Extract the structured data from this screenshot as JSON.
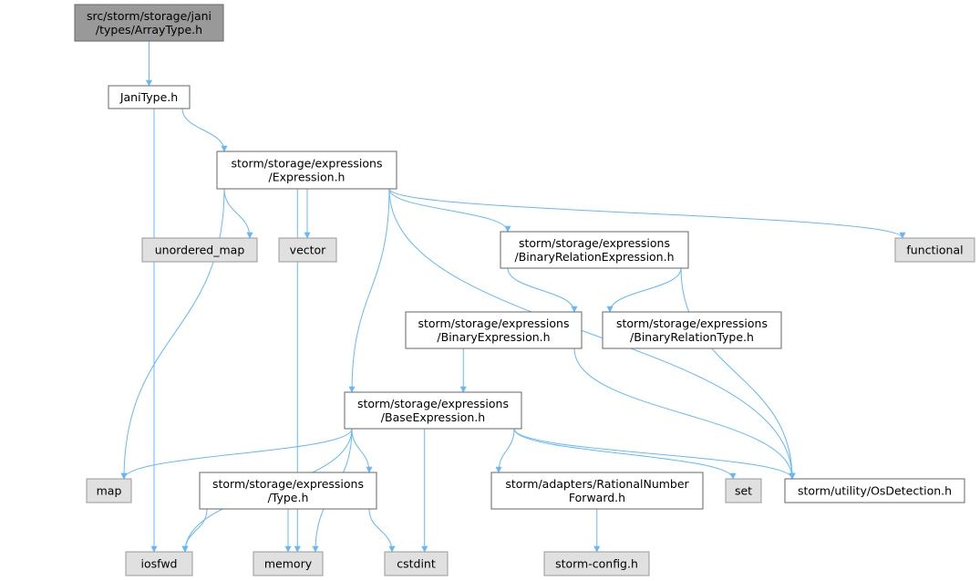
{
  "colors": {
    "edge": "#63b8ff",
    "arrow": "#63b8ff",
    "focus_fill": "#999999",
    "focus_border": "#666666",
    "file_fill": "#ffffff",
    "file_border": "#666666",
    "system_fill": "#e0e0e0",
    "system_border": "#999999"
  },
  "nodes": {
    "arraytype": {
      "lines": [
        "src/storm/storage/jani",
        "/types/ArrayType.h"
      ],
      "kind": "focus"
    },
    "janitype": {
      "lines": [
        "JaniType.h"
      ],
      "kind": "file"
    },
    "expression": {
      "lines": [
        "storm/storage/expressions",
        "/Expression.h"
      ],
      "kind": "file"
    },
    "unordered_map": {
      "lines": [
        "unordered_map"
      ],
      "kind": "system"
    },
    "vector": {
      "lines": [
        "vector"
      ],
      "kind": "system"
    },
    "binrelexpr": {
      "lines": [
        "storm/storage/expressions",
        "/BinaryRelationExpression.h"
      ],
      "kind": "file"
    },
    "functional": {
      "lines": [
        "functional"
      ],
      "kind": "system"
    },
    "binexpr": {
      "lines": [
        "storm/storage/expressions",
        "/BinaryExpression.h"
      ],
      "kind": "file"
    },
    "binreltype": {
      "lines": [
        "storm/storage/expressions",
        "/BinaryRelationType.h"
      ],
      "kind": "file"
    },
    "baseexpr": {
      "lines": [
        "storm/storage/expressions",
        "/BaseExpression.h"
      ],
      "kind": "file"
    },
    "map": {
      "lines": [
        "map"
      ],
      "kind": "system"
    },
    "type": {
      "lines": [
        "storm/storage/expressions",
        "/Type.h"
      ],
      "kind": "file"
    },
    "rational": {
      "lines": [
        "storm/adapters/RationalNumber",
        "Forward.h"
      ],
      "kind": "file"
    },
    "set": {
      "lines": [
        "set"
      ],
      "kind": "system"
    },
    "osdetection": {
      "lines": [
        "storm/utility/OsDetection.h"
      ],
      "kind": "file"
    },
    "iosfwd": {
      "lines": [
        "iosfwd"
      ],
      "kind": "system"
    },
    "memory": {
      "lines": [
        "memory"
      ],
      "kind": "system"
    },
    "cstdint": {
      "lines": [
        "cstdint"
      ],
      "kind": "system"
    },
    "stormconfig": {
      "lines": [
        "storm-config.h"
      ],
      "kind": "system"
    }
  },
  "edges": [
    [
      "arraytype",
      "janitype"
    ],
    [
      "janitype",
      "expression"
    ],
    [
      "janitype",
      "iosfwd"
    ],
    [
      "expression",
      "unordered_map"
    ],
    [
      "expression",
      "vector"
    ],
    [
      "expression",
      "binrelexpr"
    ],
    [
      "expression",
      "functional"
    ],
    [
      "expression",
      "osdetection"
    ],
    [
      "expression",
      "baseexpr"
    ],
    [
      "expression",
      "map"
    ],
    [
      "expression",
      "memory"
    ],
    [
      "binrelexpr",
      "binexpr"
    ],
    [
      "binrelexpr",
      "binreltype"
    ],
    [
      "binrelexpr",
      "osdetection"
    ],
    [
      "binexpr",
      "baseexpr"
    ],
    [
      "binexpr",
      "osdetection"
    ],
    [
      "baseexpr",
      "map"
    ],
    [
      "baseexpr",
      "type"
    ],
    [
      "baseexpr",
      "rational"
    ],
    [
      "baseexpr",
      "set"
    ],
    [
      "baseexpr",
      "osdetection"
    ],
    [
      "baseexpr",
      "iosfwd"
    ],
    [
      "baseexpr",
      "memory"
    ],
    [
      "baseexpr",
      "cstdint"
    ],
    [
      "type",
      "iosfwd"
    ],
    [
      "type",
      "memory"
    ],
    [
      "type",
      "cstdint"
    ],
    [
      "rational",
      "stormconfig"
    ]
  ]
}
